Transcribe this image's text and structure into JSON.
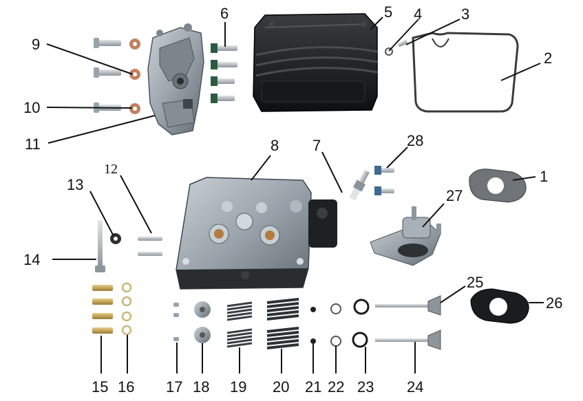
{
  "diagram": {
    "callouts": [
      "1",
      "2",
      "3",
      "4",
      "5",
      "6",
      "7",
      "8",
      "9",
      "10",
      "11",
      "12",
      "13",
      "14",
      "15",
      "16",
      "17",
      "18",
      "19",
      "20",
      "21",
      "22",
      "23",
      "24",
      "25",
      "26",
      "27",
      "28"
    ]
  },
  "colors": {
    "metal": "#9aa3ab",
    "metal_dark": "#5d666d",
    "black_part": "#1d1f21",
    "copper": "#b9775a",
    "line": "#111111"
  }
}
